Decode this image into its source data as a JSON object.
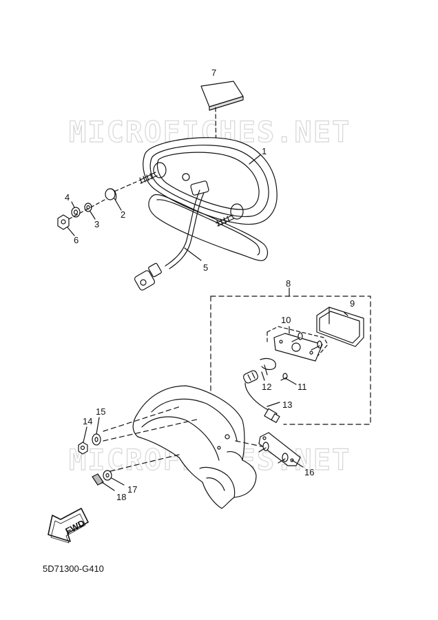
{
  "watermark": {
    "text": "MICROFICHES.NET"
  },
  "callouts": {
    "p1": "1",
    "p2": "2",
    "p3": "3",
    "p4": "4",
    "p5": "5",
    "p6": "6",
    "p7": "7",
    "p8": "8",
    "p9": "9",
    "p10": "10",
    "p11": "11",
    "p12": "12",
    "p13": "13",
    "p14": "14",
    "p15": "15",
    "p16": "16",
    "p17": "17",
    "p18": "18"
  },
  "fwd_label": "FWD",
  "diagram_code": "5D71300-G410"
}
